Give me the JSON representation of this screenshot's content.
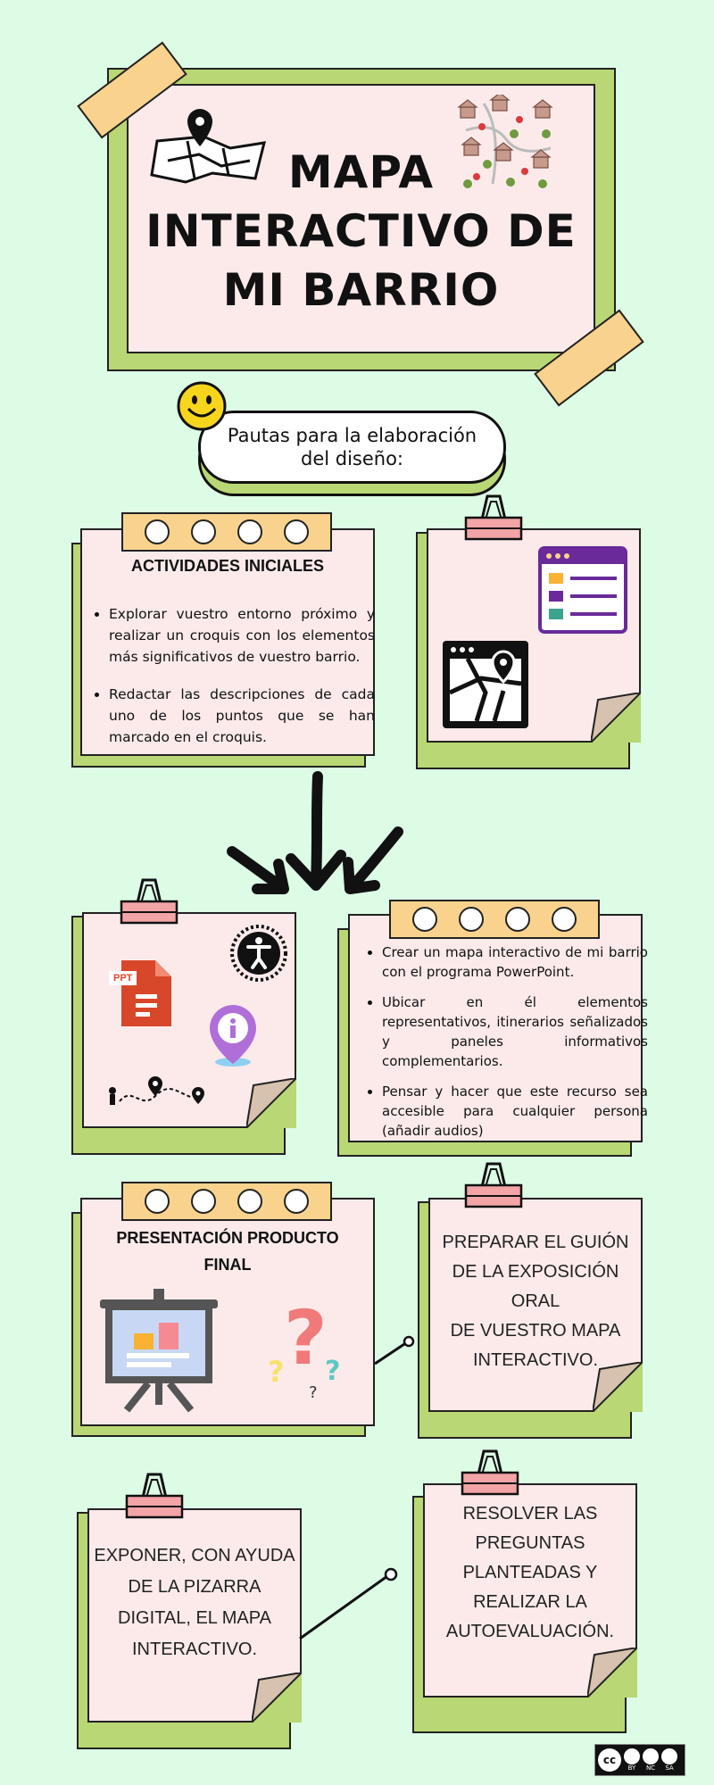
{
  "title": {
    "line1": "MAPA",
    "line2": "INTERACTIVO DE",
    "line3": "MI BARRIO"
  },
  "subtitle": {
    "line1": "Pautas para la elaboración",
    "line2": "del diseño:"
  },
  "initial": {
    "heading": "ACTIVIDADES INICIALES",
    "items": [
      "Explorar vuestro entorno próximo y realizar un croquis con los elementos más significativos de vuestro barrio.",
      "Redactar las descripciones de cada uno de los puntos que se han marcado en el croquis."
    ]
  },
  "design": {
    "items": [
      "Crear un mapa interactivo de mi barrio con el programa PowerPoint.",
      "Ubicar en él elementos representativos, itinerarios señalizados y paneles informativos complementarios.",
      "Pensar y hacer que este recurso sea accesible para cualquier persona (añadir audios)"
    ],
    "ppt_badge": "PPT"
  },
  "presentation": {
    "heading_line1": "PRESENTACIÓN PRODUCTO",
    "heading_line2": "FINAL"
  },
  "prepare": {
    "lines": [
      "PREPARAR EL GUIÓN",
      "DE LA EXPOSICIÓN ORAL",
      "DE VUESTRO MAPA",
      "INTERACTIVO."
    ]
  },
  "expose": {
    "lines": [
      "EXPONER, CON AYUDA",
      "DE LA PIZARRA",
      "DIGITAL, EL MAPA",
      "INTERACTIVO."
    ]
  },
  "resolve": {
    "lines": [
      "RESOLVER LAS",
      "PREGUNTAS",
      "PLANTEADAS Y",
      "REALIZAR LA",
      "AUTOEVALUACIÓN."
    ]
  },
  "license": {
    "cc": "cc",
    "by": "BY",
    "nc": "NC",
    "sa": "SA"
  },
  "colors": {
    "background": "#DDFCE6",
    "green": "#B9D774",
    "pink": "#FCEAEA",
    "tape": "#F9D38E",
    "clip": "#F2A4A6"
  }
}
